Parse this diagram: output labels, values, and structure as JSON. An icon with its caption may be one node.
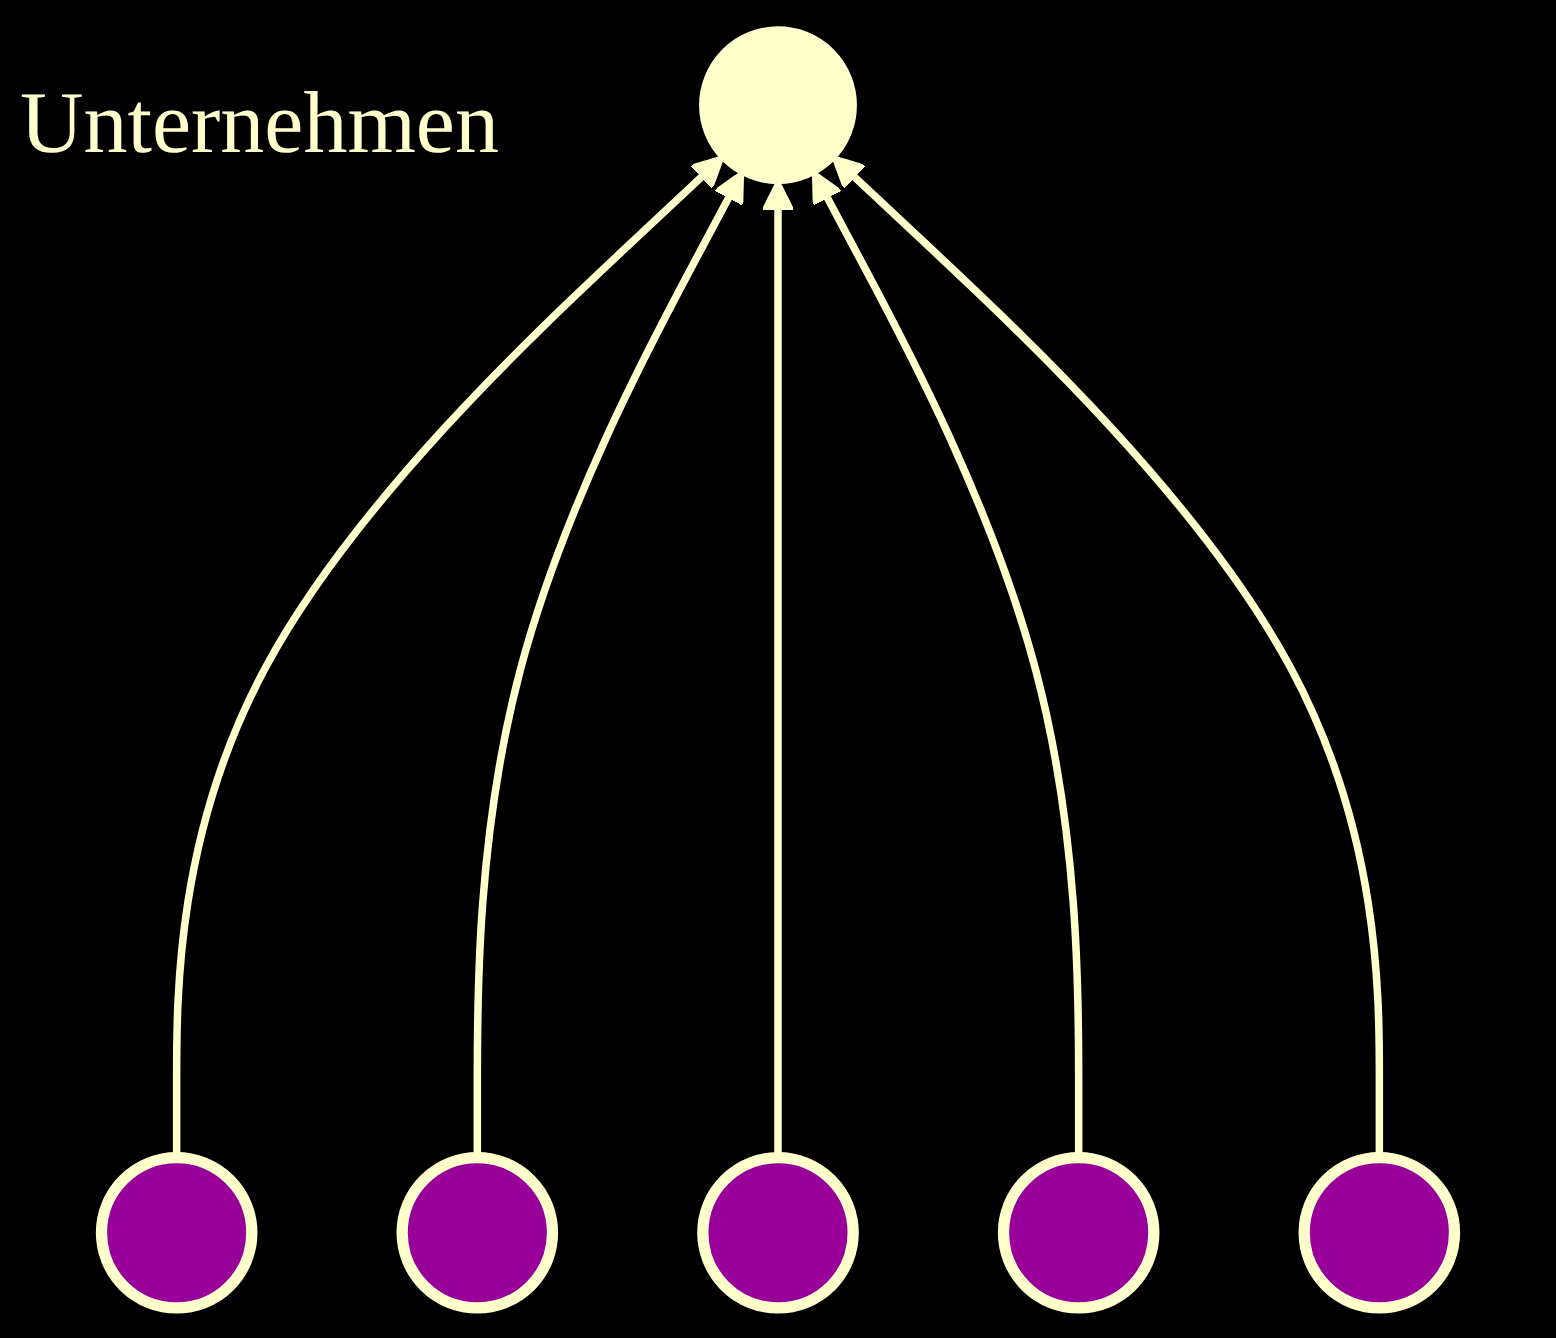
{
  "diagram": {
    "nodes": [
      {
        "text": [],
        "shape": "circle",
        "beside": [
          "Unternehmen"
        ]
      },
      {
        "text": [],
        "shape": "circle"
      },
      {
        "text": [],
        "shape": "circle"
      },
      {
        "text": [],
        "shape": "circle"
      },
      {
        "text": [],
        "shape": "circle"
      },
      {
        "text": [],
        "shape": "circle"
      }
    ],
    "edges": [
      {
        "from": 1,
        "to": 0,
        "arrow": "to"
      },
      {
        "from": 2,
        "to": 0,
        "arrow": "to"
      },
      {
        "from": 3,
        "to": 0,
        "arrow": "to"
      },
      {
        "from": 4,
        "to": 0,
        "arrow": "to"
      },
      {
        "from": 5,
        "to": 0,
        "arrow": "to"
      }
    ]
  }
}
